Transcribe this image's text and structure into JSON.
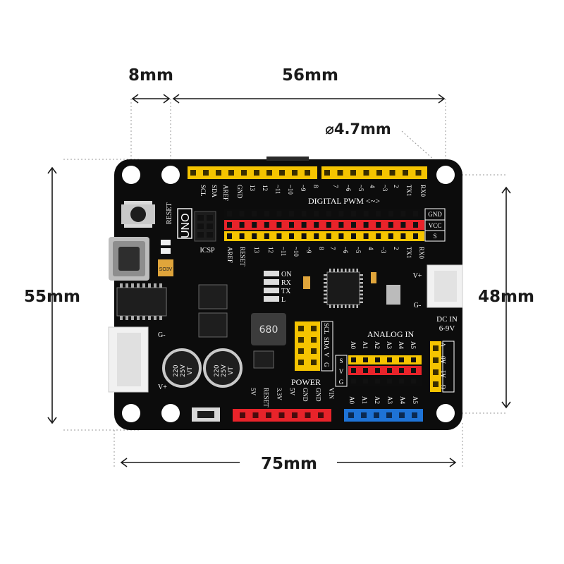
{
  "dimensions": {
    "left_offset": "8mm",
    "hole_spacing_x": "56mm",
    "hole_diameter": "⌀4.7mm",
    "board_height": "55mm",
    "hole_spacing_y": "48mm",
    "board_width": "75mm"
  },
  "board": {
    "name": "UNO",
    "reset_label": "RESET",
    "icsp_label": "ICSP",
    "digital_header_title": "DIGITAL PWM <~>",
    "pins_top": [
      "SCL",
      "SDA",
      "AREF",
      "GND",
      "13",
      "12",
      "~11",
      "~10",
      "~9",
      "8",
      "7",
      "~6",
      "~5",
      "4",
      "~3",
      "2",
      "TX1",
      "RX0"
    ],
    "pins_bottom": [
      "AREF",
      "RESET",
      "13",
      "12",
      "~11",
      "~10",
      "~9",
      "8",
      "7",
      "~6",
      "~5",
      "4",
      "~3",
      "2",
      "TX1",
      "RX0"
    ],
    "rail_labels": [
      "GND",
      "VCC",
      "S"
    ],
    "leds": [
      "ON",
      "RX",
      "TX",
      "L"
    ],
    "i2c_labels": [
      "SCL",
      "SDA",
      "V",
      "G"
    ],
    "analog_title": "ANALOG IN",
    "analog_pins": [
      "A0",
      "A1",
      "A2",
      "A3",
      "A4",
      "A5"
    ],
    "analog_rail_labels": [
      "S",
      "V",
      "G"
    ],
    "a_side_labels": [
      "G",
      "A1",
      "A0",
      "V"
    ],
    "power_title": "POWER",
    "power_pins": [
      "5V",
      "RESET",
      "3.3V",
      "5V",
      "GND",
      "GND",
      "VIN"
    ],
    "dc_in_label": "DC IN",
    "dc_in_voltage": "6-9V",
    "dc_vplus": "V+",
    "dc_gnd": "G-",
    "left_connector_gnd": "G-",
    "left_connector_vplus": "V+",
    "capacitor_text": [
      "220",
      "25V",
      "VT"
    ],
    "inductor_text": "680",
    "fuse_text": "SO3V"
  },
  "colors": {
    "board": "#0c0c0c",
    "header_yellow": "#f5c400",
    "header_red": "#e8232a",
    "header_blue": "#1e73d6",
    "hole_white": "#ffffff"
  }
}
